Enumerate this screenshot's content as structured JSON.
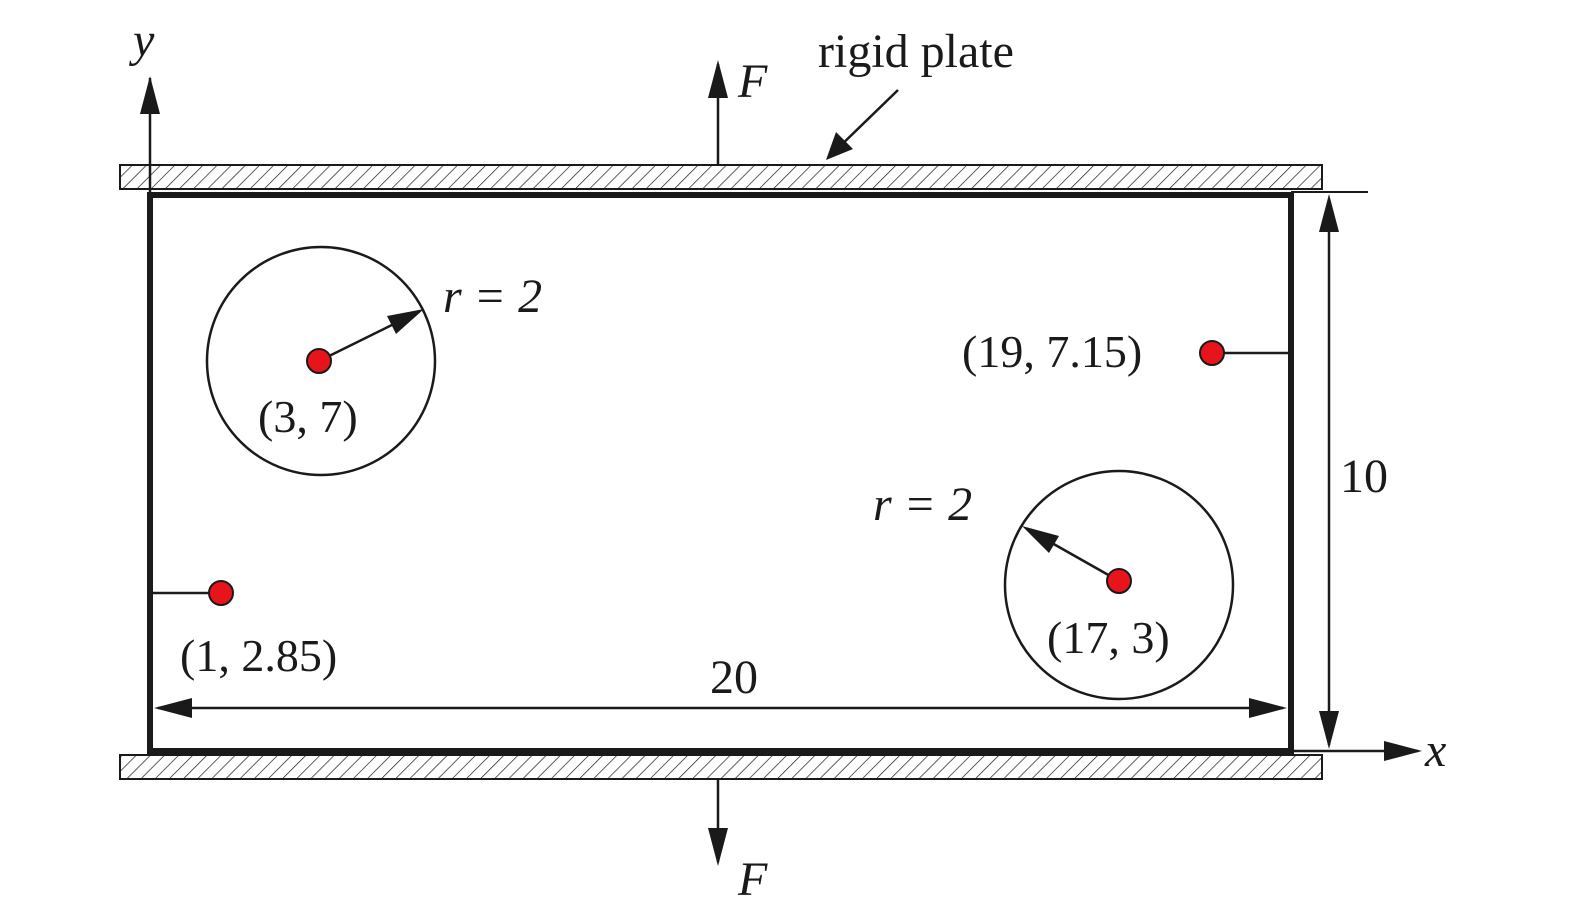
{
  "diagram": {
    "axes": {
      "x_label": "x",
      "y_label": "y"
    },
    "force_label_top": "F",
    "force_label_bottom": "F",
    "plate_label": "rigid plate",
    "width_label": "20",
    "height_label": "10",
    "holes": [
      {
        "center_label": "(3, 7)",
        "radius_label": "r = 2"
      },
      {
        "center_label": "(17, 3)",
        "radius_label": "r = 2"
      }
    ],
    "points": [
      {
        "label": "(19, 7.15)"
      },
      {
        "label": "(1, 2.85)"
      }
    ],
    "colors": {
      "point_fill": "#e8141c",
      "line": "#1a1a1a",
      "background": "#ffffff"
    }
  }
}
